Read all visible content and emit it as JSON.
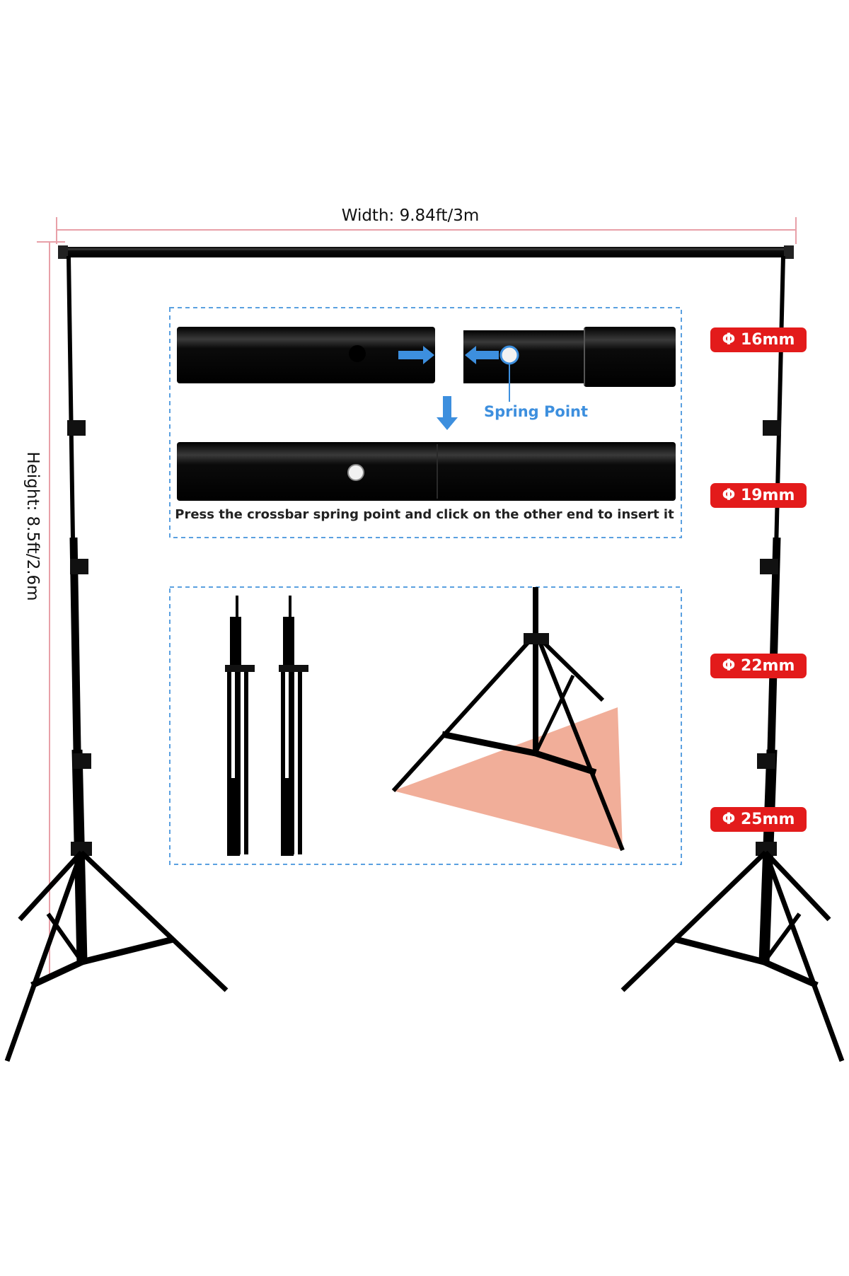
{
  "dimensions": {
    "width_label": "Width: 9.84ft/3m",
    "height_label": "Height: 8.5ft/2.6m"
  },
  "crossbar_detail": {
    "spring_point_label": "Spring Point",
    "instruction": "Press the crossbar spring point and click on the other end to insert it"
  },
  "diameters": [
    "Φ 16mm",
    "Φ 19mm",
    "Φ 22mm",
    "Φ 25mm"
  ],
  "colors": {
    "badge_red": "#e31b1b",
    "guide_blue": "#3d8fde",
    "dimension_line_pink": "#e8a0a8",
    "footprint_salmon": "#f0a58e",
    "metal_black": "#0a0a0a"
  },
  "icons": {
    "connect_arrow": "blue-right-arrow",
    "down_arrow": "blue-down-arrow"
  }
}
